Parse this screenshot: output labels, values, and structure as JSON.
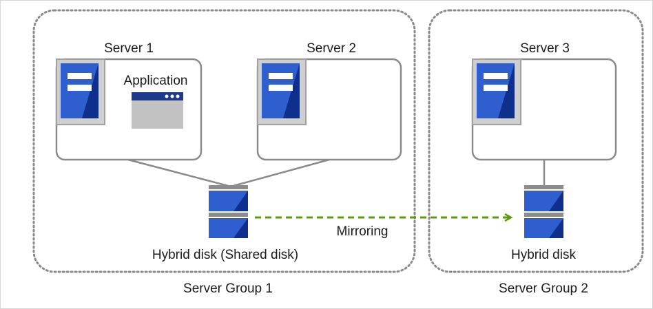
{
  "colors": {
    "group_border": "#8a8a8a",
    "server_border": "#8a8a8a",
    "tower_light": "#2f5fce",
    "tower_dark": "#0e2f8c",
    "tower_panel": "#cfcfcf",
    "window_gray": "#c2c2c2",
    "window_bar": "#1e3a8c",
    "disk_gray": "#8c8c8c",
    "mirror_arrow": "#5a9a10"
  },
  "groups": [
    {
      "label": "Server Group 1"
    },
    {
      "label": "Server Group 2"
    }
  ],
  "servers": [
    {
      "label": "Server 1",
      "icon": "server-tower-icon"
    },
    {
      "label": "Server 2",
      "icon": "server-tower-icon"
    },
    {
      "label": "Server 3",
      "icon": "server-tower-icon"
    }
  ],
  "application": {
    "label": "Application",
    "icon": "application-window-icon"
  },
  "disks": [
    {
      "label": "Hybrid disk (Shared disk)",
      "icon": "disk-stack-icon"
    },
    {
      "label": "Hybrid disk",
      "icon": "disk-stack-icon"
    }
  ],
  "mirroring": {
    "label": "Mirroring"
  }
}
